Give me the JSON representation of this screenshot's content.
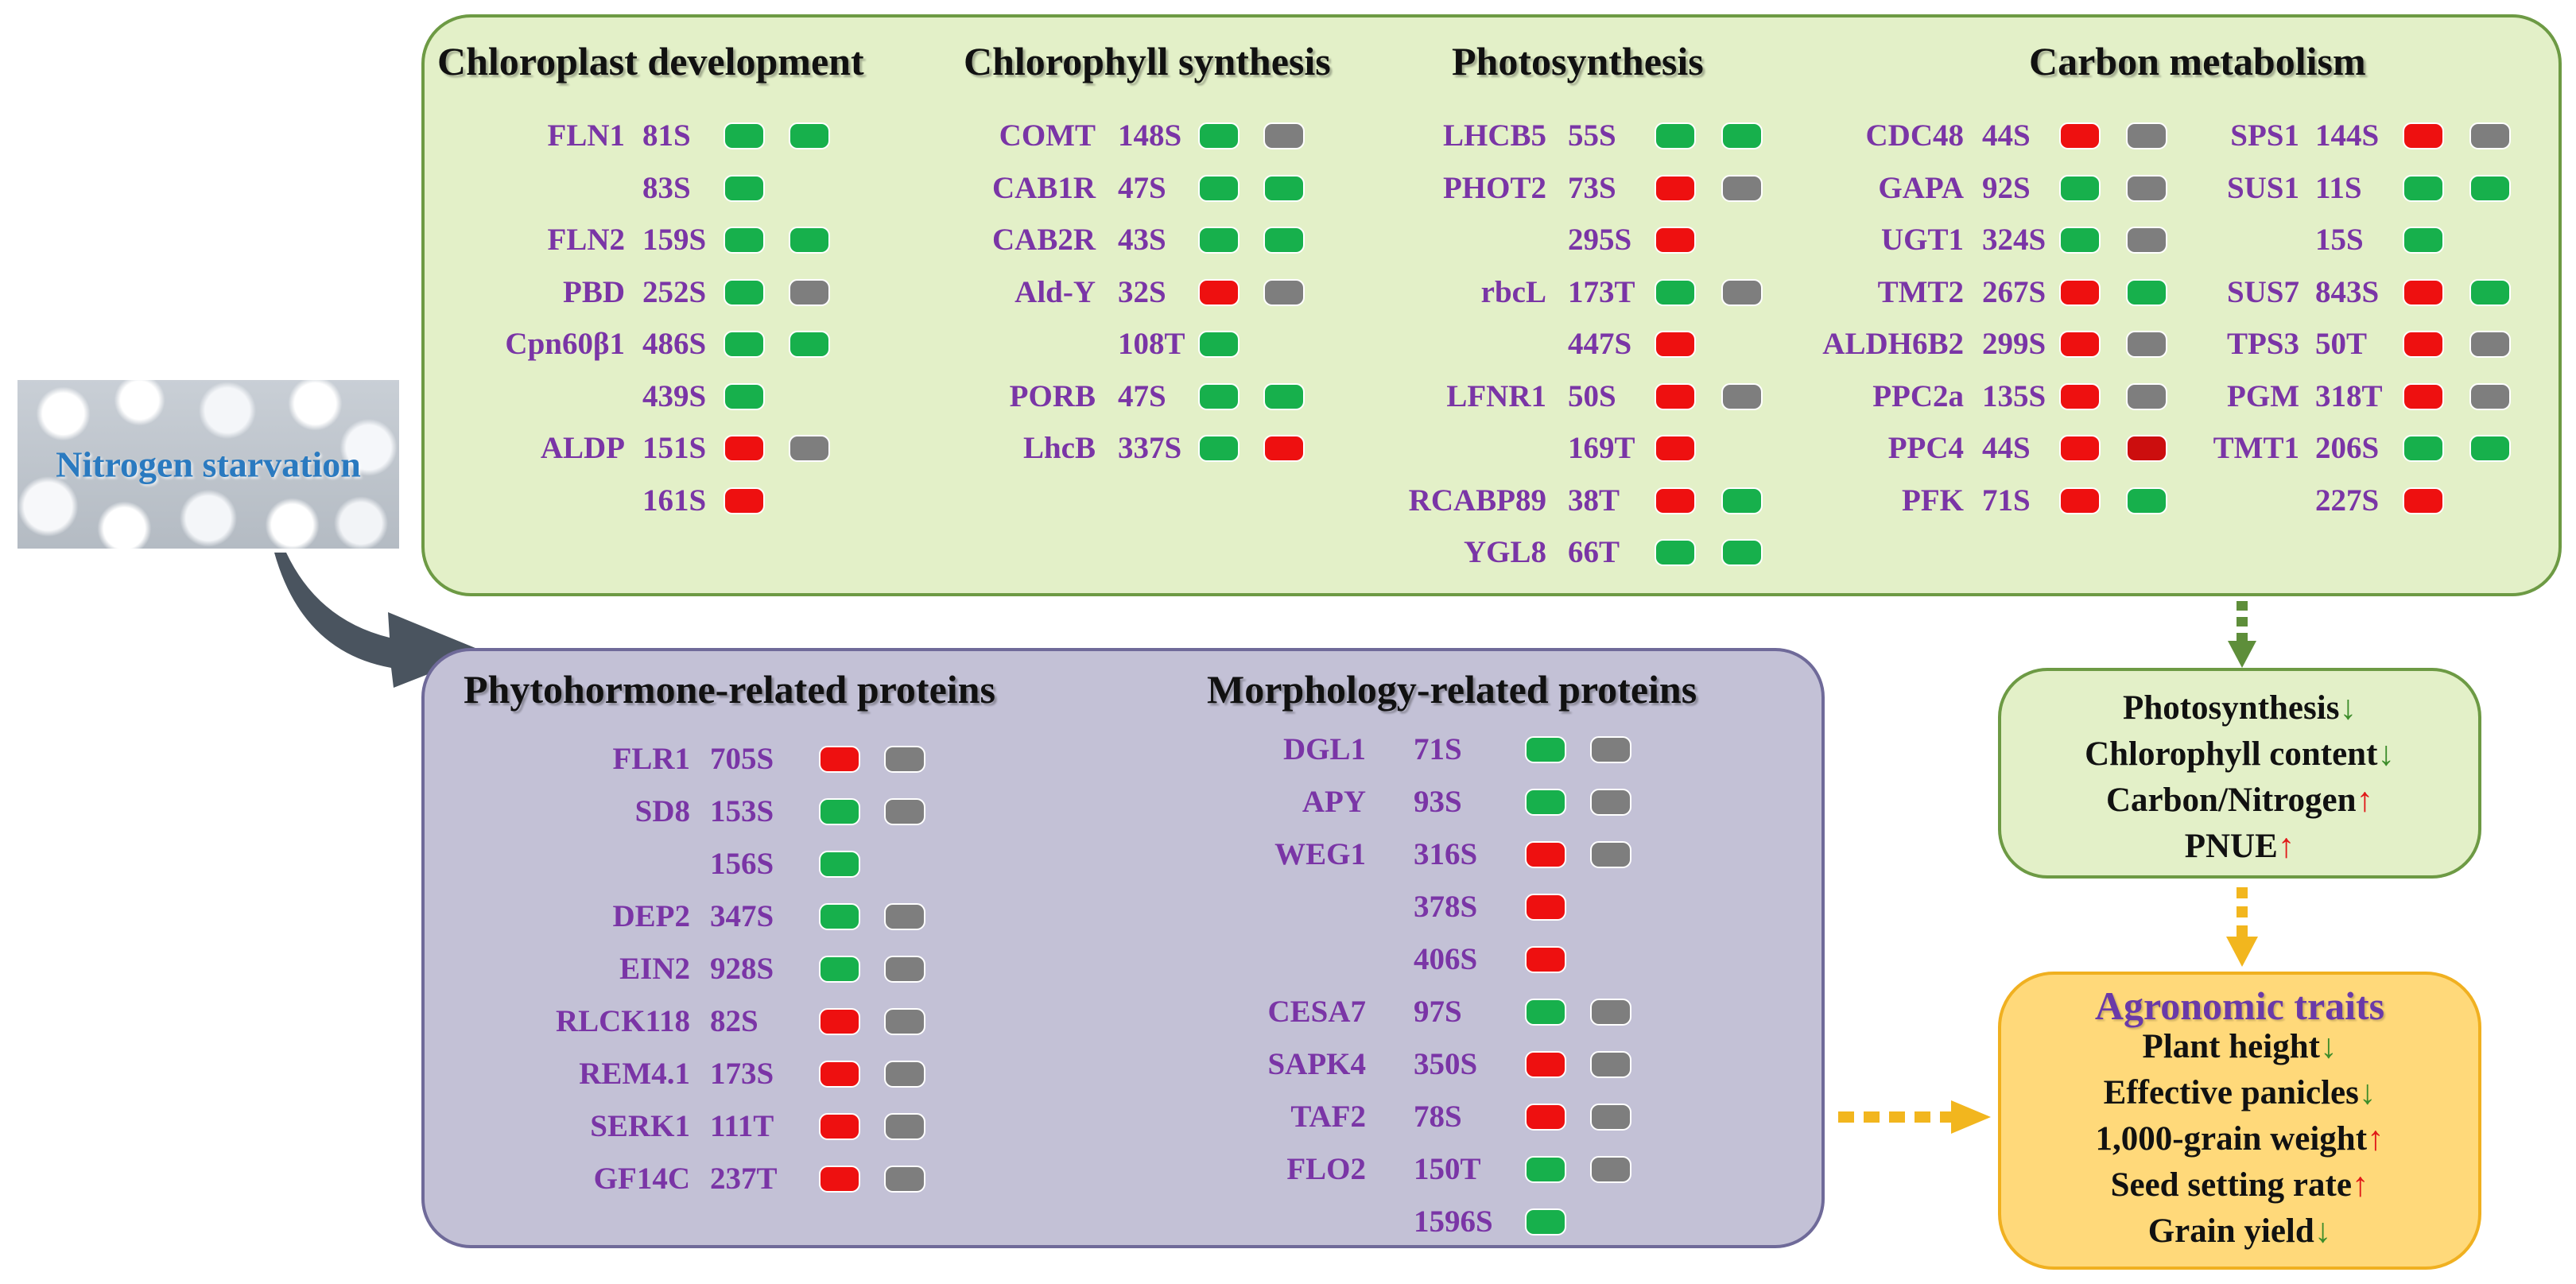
{
  "input": {
    "label": "Nitrogen starvation"
  },
  "top_panel": {
    "headings": [
      "Chloroplast development",
      "Chlorophyll synthesis",
      "Photosynthesis",
      "Carbon metabolism"
    ],
    "columns": [
      [
        {
          "gene": "FLN1",
          "site": "81S",
          "marks": [
            "green",
            "green"
          ]
        },
        {
          "gene": "",
          "site": "83S",
          "marks": [
            "green"
          ]
        },
        {
          "gene": "FLN2",
          "site": "159S",
          "marks": [
            "green",
            "green"
          ]
        },
        {
          "gene": "PBD",
          "site": "252S",
          "marks": [
            "green",
            "gray"
          ]
        },
        {
          "gene": "Cpn60β1",
          "site": "486S",
          "marks": [
            "green",
            "green"
          ]
        },
        {
          "gene": "",
          "site": "439S",
          "marks": [
            "green"
          ]
        },
        {
          "gene": "ALDP",
          "site": "151S",
          "marks": [
            "red",
            "gray"
          ]
        },
        {
          "gene": "",
          "site": "161S",
          "marks": [
            "red"
          ]
        }
      ],
      [
        {
          "gene": "COMT",
          "site": "148S",
          "marks": [
            "green",
            "gray"
          ]
        },
        {
          "gene": "CAB1R",
          "site": "47S",
          "marks": [
            "green",
            "green"
          ]
        },
        {
          "gene": "CAB2R",
          "site": "43S",
          "marks": [
            "green",
            "green"
          ]
        },
        {
          "gene": "Ald-Y",
          "site": "32S",
          "marks": [
            "red",
            "gray"
          ]
        },
        {
          "gene": "",
          "site": "108T",
          "marks": [
            "green"
          ]
        },
        {
          "gene": "PORB",
          "site": "47S",
          "marks": [
            "green",
            "green"
          ]
        },
        {
          "gene": "LhcB",
          "site": "337S",
          "marks": [
            "green",
            "red"
          ]
        }
      ],
      [
        {
          "gene": "LHCB5",
          "site": "55S",
          "marks": [
            "green",
            "green"
          ]
        },
        {
          "gene": "PHOT2",
          "site": "73S",
          "marks": [
            "red",
            "gray"
          ]
        },
        {
          "gene": "",
          "site": "295S",
          "marks": [
            "red"
          ]
        },
        {
          "gene": "rbcL",
          "site": "173T",
          "marks": [
            "green",
            "gray"
          ]
        },
        {
          "gene": "",
          "site": "447S",
          "marks": [
            "red"
          ]
        },
        {
          "gene": "LFNR1",
          "site": "50S",
          "marks": [
            "red",
            "gray"
          ]
        },
        {
          "gene": "",
          "site": "169T",
          "marks": [
            "red"
          ]
        },
        {
          "gene": "RCABP89",
          "site": "38T",
          "marks": [
            "red",
            "green"
          ]
        },
        {
          "gene": "YGL8",
          "site": "66T",
          "marks": [
            "green",
            "green"
          ]
        }
      ],
      [
        {
          "gene": "CDC48",
          "site": "44S",
          "marks": [
            "red",
            "gray"
          ]
        },
        {
          "gene": "GAPA",
          "site": "92S",
          "marks": [
            "green",
            "gray"
          ]
        },
        {
          "gene": "UGT1",
          "site": "324S",
          "marks": [
            "green",
            "gray"
          ]
        },
        {
          "gene": "TMT2",
          "site": "267S",
          "marks": [
            "red",
            "green"
          ]
        },
        {
          "gene": "ALDH6B2",
          "site": "299S",
          "marks": [
            "red",
            "gray"
          ]
        },
        {
          "gene": "PPC2a",
          "site": "135S",
          "marks": [
            "red",
            "gray"
          ]
        },
        {
          "gene": "PPC4",
          "site": "44S",
          "marks": [
            "red",
            "darkred"
          ]
        },
        {
          "gene": "PFK",
          "site": "71S",
          "marks": [
            "red",
            "green"
          ]
        }
      ],
      [
        {
          "gene": "SPS1",
          "site": "144S",
          "marks": [
            "red",
            "gray"
          ]
        },
        {
          "gene": "SUS1",
          "site": "11S",
          "marks": [
            "green",
            "green"
          ]
        },
        {
          "gene": "",
          "site": "15S",
          "marks": [
            "green"
          ]
        },
        {
          "gene": "SUS7",
          "site": "843S",
          "marks": [
            "red",
            "green"
          ]
        },
        {
          "gene": "TPS3",
          "site": "50T",
          "marks": [
            "red",
            "gray"
          ]
        },
        {
          "gene": "PGM",
          "site": "318T",
          "marks": [
            "red",
            "gray"
          ]
        },
        {
          "gene": "TMT1",
          "site": "206S",
          "marks": [
            "green",
            "green"
          ]
        },
        {
          "gene": "",
          "site": "227S",
          "marks": [
            "red"
          ]
        }
      ]
    ]
  },
  "bottom_panel": {
    "headings": [
      "Phytohormone-related proteins",
      "Morphology-related proteins"
    ],
    "columns": [
      [
        {
          "gene": "FLR1",
          "site": "705S",
          "marks": [
            "red",
            "gray"
          ]
        },
        {
          "gene": "SD8",
          "site": "153S",
          "marks": [
            "green",
            "gray"
          ]
        },
        {
          "gene": "",
          "site": "156S",
          "marks": [
            "green"
          ]
        },
        {
          "gene": "DEP2",
          "site": "347S",
          "marks": [
            "green",
            "gray"
          ]
        },
        {
          "gene": "EIN2",
          "site": "928S",
          "marks": [
            "green",
            "gray"
          ]
        },
        {
          "gene": "RLCK118",
          "site": "82S",
          "marks": [
            "red",
            "gray"
          ]
        },
        {
          "gene": "REM4.1",
          "site": "173S",
          "marks": [
            "red",
            "gray"
          ]
        },
        {
          "gene": "SERK1",
          "site": "111T",
          "marks": [
            "red",
            "gray"
          ]
        },
        {
          "gene": "GF14C",
          "site": "237T",
          "marks": [
            "red",
            "gray"
          ]
        }
      ],
      [
        {
          "gene": "DGL1",
          "site": "71S",
          "marks": [
            "green",
            "gray"
          ]
        },
        {
          "gene": "APY",
          "site": "93S",
          "marks": [
            "green",
            "gray"
          ]
        },
        {
          "gene": "WEG1",
          "site": "316S",
          "marks": [
            "red",
            "gray"
          ]
        },
        {
          "gene": "",
          "site": "378S",
          "marks": [
            "red"
          ]
        },
        {
          "gene": "",
          "site": "406S",
          "marks": [
            "red"
          ]
        },
        {
          "gene": "CESA7",
          "site": "97S",
          "marks": [
            "green",
            "gray"
          ]
        },
        {
          "gene": "SAPK4",
          "site": "350S",
          "marks": [
            "red",
            "gray"
          ]
        },
        {
          "gene": "TAF2",
          "site": "78S",
          "marks": [
            "red",
            "gray"
          ]
        },
        {
          "gene": "FLO2",
          "site": "150T",
          "marks": [
            "green",
            "gray"
          ]
        },
        {
          "gene": "",
          "site": "1596S",
          "marks": [
            "green"
          ]
        }
      ]
    ]
  },
  "summary": {
    "lines": [
      {
        "text": "Photosynthesis",
        "arrow": "↓",
        "dir": "down"
      },
      {
        "text": "Chlorophyll content",
        "arrow": "↓",
        "dir": "down"
      },
      {
        "text": "Carbon/Nitrogen",
        "arrow": "↑",
        "dir": "up"
      },
      {
        "text": "PNUE",
        "arrow": "↑",
        "dir": "up"
      }
    ]
  },
  "agronomic": {
    "title": "Agronomic traits",
    "lines": [
      {
        "text": "Plant height",
        "arrow": "↓",
        "dir": "down"
      },
      {
        "text": "Effective panicles",
        "arrow": "↓",
        "dir": "down"
      },
      {
        "text": "1,000-grain weight",
        "arrow": "↑",
        "dir": "up"
      },
      {
        "text": "Seed setting rate",
        "arrow": "↑",
        "dir": "up"
      },
      {
        "text": "Grain yield",
        "arrow": "↓",
        "dir": "down"
      }
    ]
  },
  "colors": {
    "green": "#17b04c",
    "red": "#ee1010",
    "gray": "#7e7e7e",
    "darkred": "#cc0e0e",
    "gene_text": "#7a35a6",
    "arrow_down": "#3c8c2a",
    "arrow_up": "#e01818"
  }
}
